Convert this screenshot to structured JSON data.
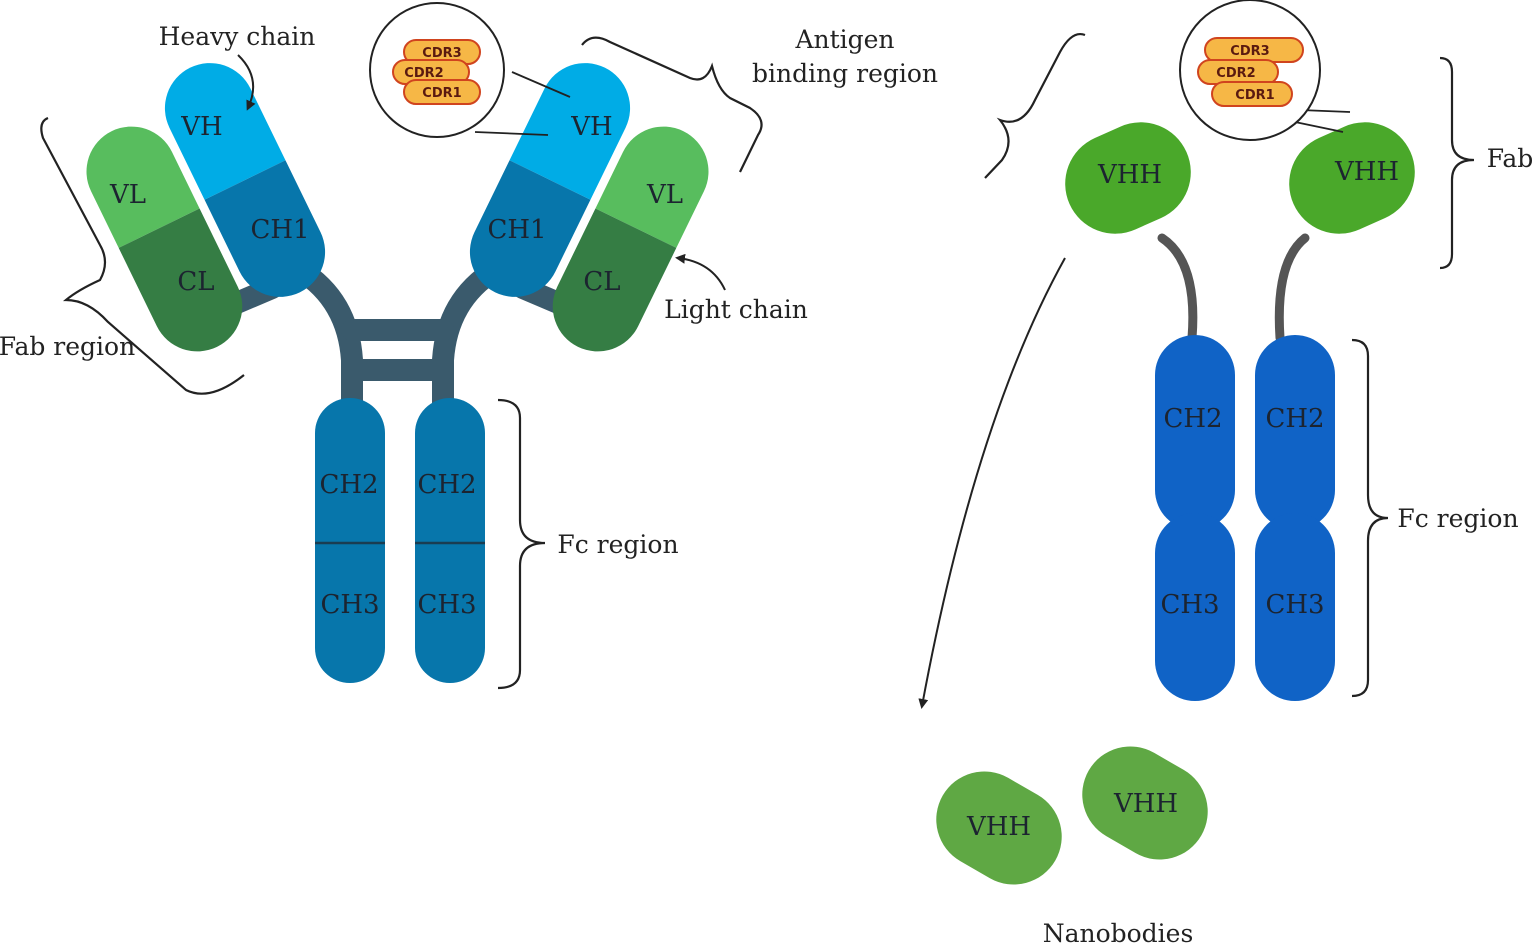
{
  "colors": {
    "vh": "#00ace6",
    "heavy_constant": "#0776ab",
    "vl": "#58bd5e",
    "cl": "#357d44",
    "hinge": "#3a5a6c",
    "vhh": "#4aa82a",
    "camelid_constant": "#1063c6",
    "nanobody": "#5fa844",
    "linker": "#555555",
    "cdr_fill": "#f6b746",
    "cdr_stroke": "#d0441e"
  },
  "icons": {
    "cdr_zoom": "magnifier-circle",
    "arrow": "curved-arrow"
  },
  "antibody": {
    "vh": "VH",
    "ch1": "CH1",
    "vl": "VL",
    "cl": "CL",
    "ch2": "CH2",
    "ch3": "CH3",
    "heavy_chain_label": "Heavy chain",
    "light_chain_label": "Light chain",
    "antigen_binding_line1": "Antigen",
    "antigen_binding_line2": "binding region",
    "fab_region_label": "Fab region",
    "fc_region_label": "Fc region"
  },
  "cdr": {
    "cdr3": "CDR3",
    "cdr2": "CDR2",
    "cdr1": "CDR1"
  },
  "heavy_chain_antibody": {
    "vhh": "VHH",
    "ch2": "CH2",
    "ch3": "CH3",
    "fab_label": "Fab",
    "fc_region_label": "Fc region"
  },
  "nanobodies": {
    "vhh": "VHH",
    "label": "Nanobodies"
  }
}
